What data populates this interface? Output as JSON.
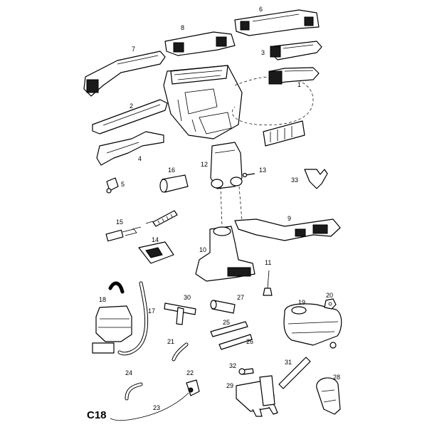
{
  "page_code": "C18",
  "callouts": [
    "1",
    "2",
    "3",
    "4",
    "5",
    "6",
    "7",
    "8",
    "9",
    "10",
    "11",
    "12",
    "13",
    "14",
    "15",
    "16",
    "17",
    "18",
    "19",
    "20",
    "21",
    "22",
    "23",
    "24",
    "25",
    "26",
    "27",
    "28",
    "29",
    "30",
    "31",
    "32",
    "33"
  ]
}
